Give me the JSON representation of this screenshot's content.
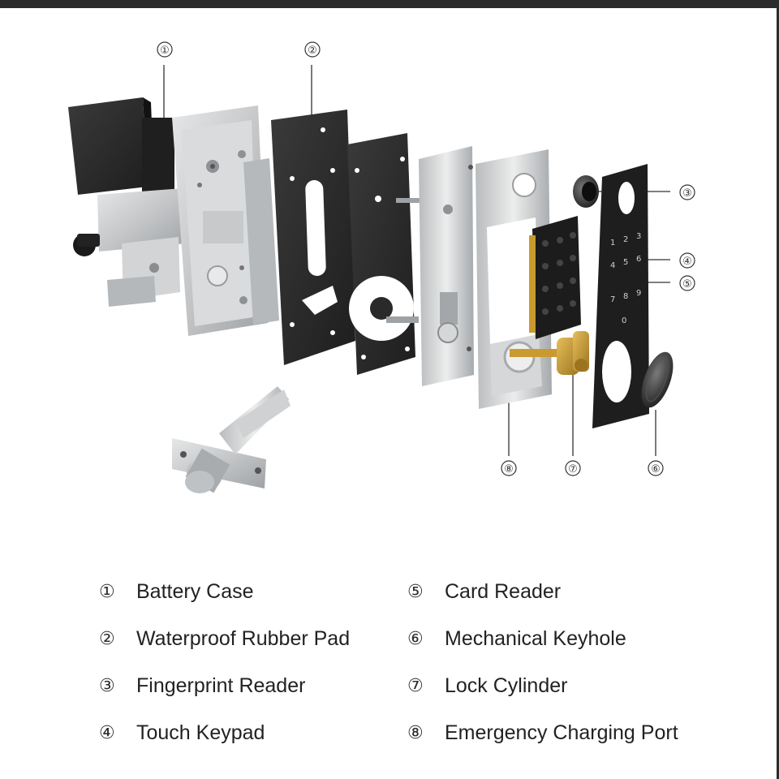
{
  "callouts": {
    "c1": "①",
    "c2": "②",
    "c3": "③",
    "c4": "④",
    "c5": "⑤",
    "c6": "⑥",
    "c7": "⑦",
    "c8": "⑧"
  },
  "legend": {
    "left": [
      {
        "num": "①",
        "label": "Battery Case"
      },
      {
        "num": "②",
        "label": "Waterproof Rubber Pad"
      },
      {
        "num": "③",
        "label": "Fingerprint Reader"
      },
      {
        "num": "④",
        "label": "Touch Keypad"
      }
    ],
    "right": [
      {
        "num": "⑤",
        "label": "Card Reader"
      },
      {
        "num": "⑥",
        "label": "Mechanical Keyhole"
      },
      {
        "num": "⑦",
        "label": "Lock Cylinder"
      },
      {
        "num": "⑧",
        "label": "Emergency Charging Port"
      }
    ]
  },
  "keypad_digits": [
    "1",
    "2",
    "3",
    "4",
    "5",
    "6",
    "7",
    "8",
    "9",
    "0"
  ],
  "colors": {
    "frame": "#2b2b2b",
    "dark_panel": "#2a2a2a",
    "metal": "#c9cbcd",
    "brass": "#c99a2e",
    "pcb": "#1c1c1c"
  }
}
